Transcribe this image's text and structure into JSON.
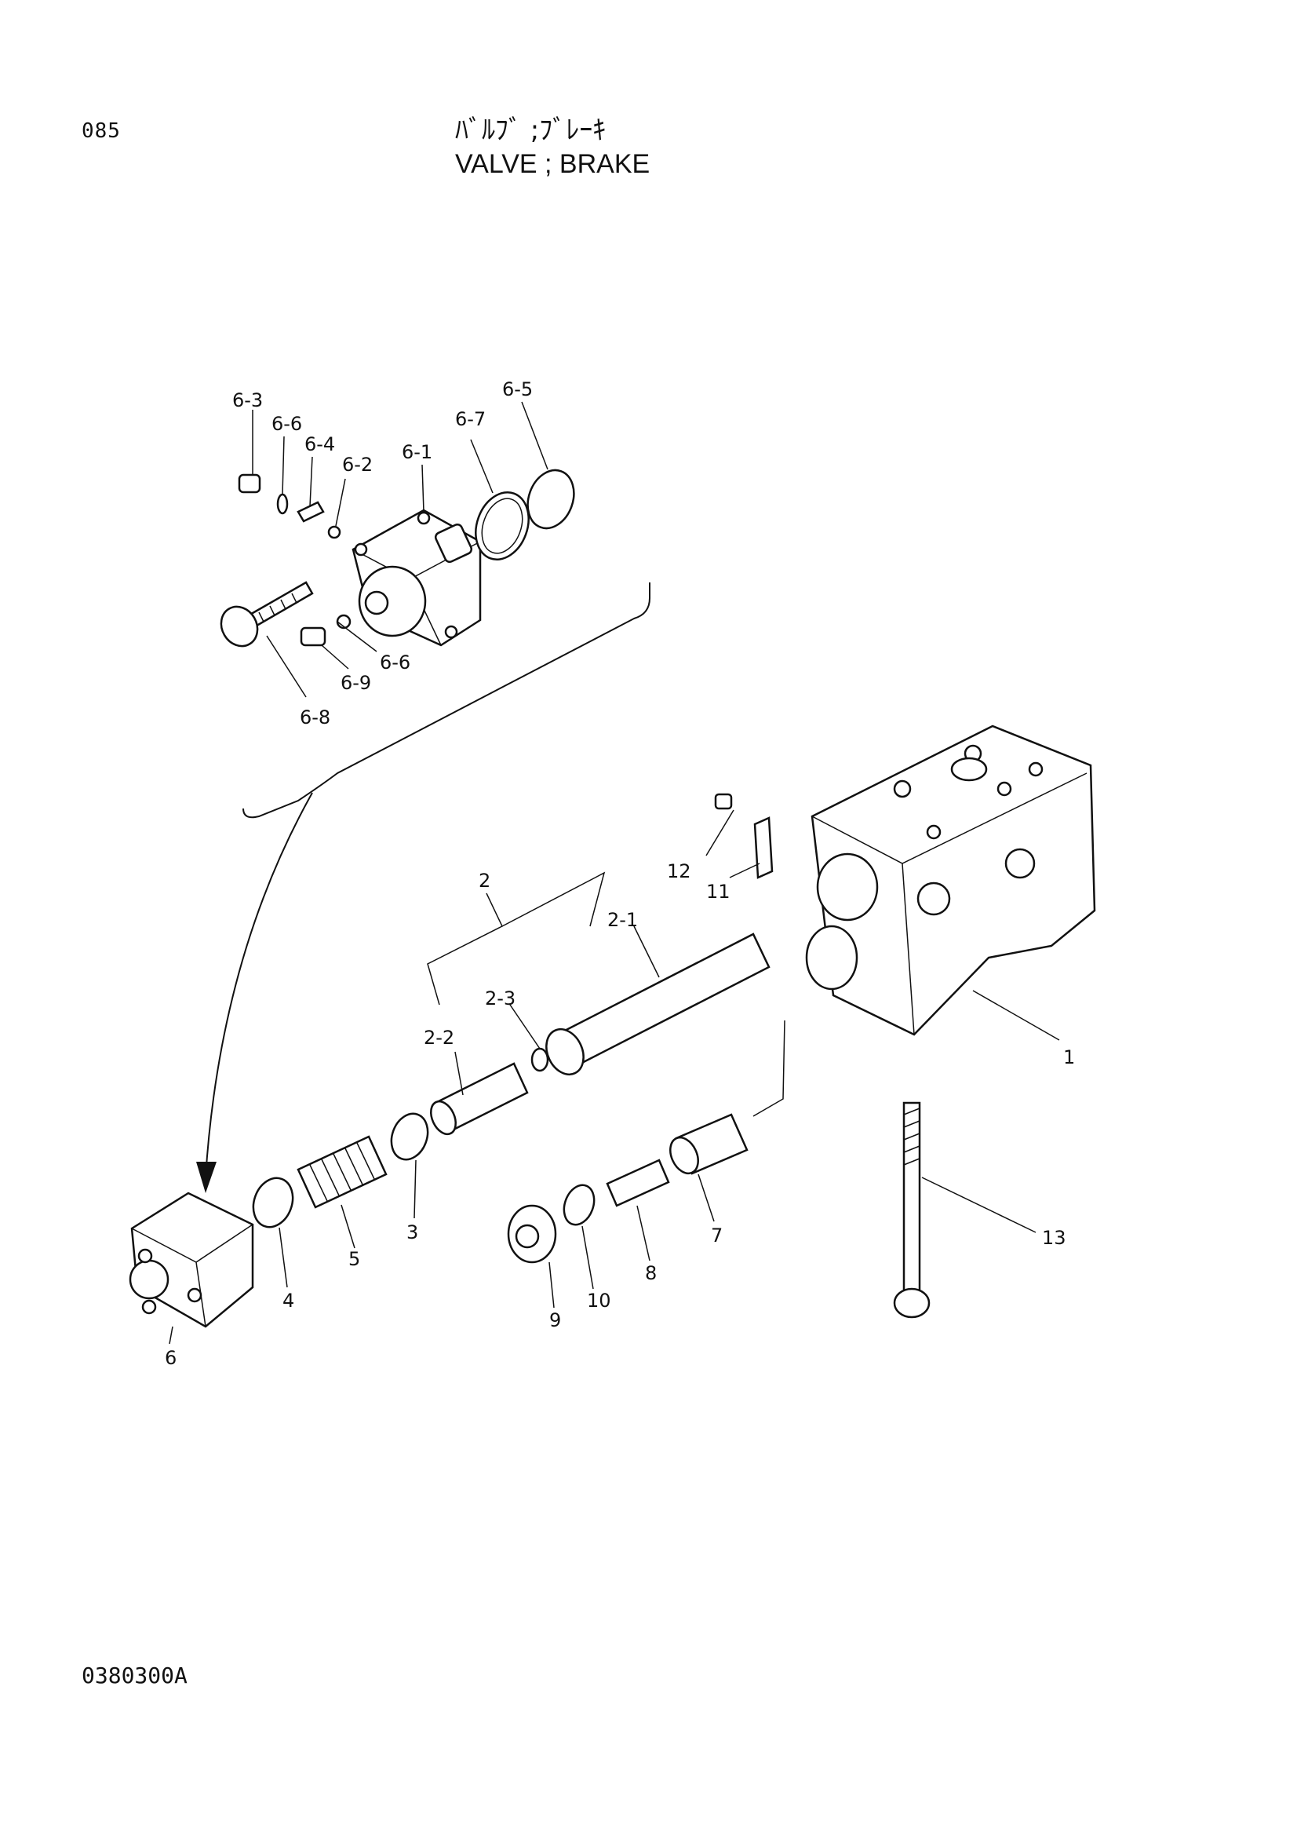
{
  "header": {
    "page_code": "085",
    "title_jp": "ﾊﾞﾙﾌﾞ ;ﾌﾞﾚｰｷ",
    "title_en": "VALVE ; BRAKE"
  },
  "footer": {
    "drawing_number": "0380300A"
  },
  "callouts": {
    "c6_3": "6-3",
    "c6_6a": "6-6",
    "c6_4": "6-4",
    "c6_2": "6-2",
    "c6_1": "6-1",
    "c6_7": "6-7",
    "c6_5": "6-5",
    "c6_6b": "6-6",
    "c6_9": "6-9",
    "c6_8": "6-8",
    "c12": "12",
    "c11": "11",
    "c2": "2",
    "c2_1": "2-1",
    "c2_3": "2-3",
    "c2_2": "2-2",
    "c1": "1",
    "c13": "13",
    "c3": "3",
    "c4": "4",
    "c5": "5",
    "c6": "6",
    "c7": "7",
    "c8": "8",
    "c9": "9",
    "c10": "10"
  }
}
